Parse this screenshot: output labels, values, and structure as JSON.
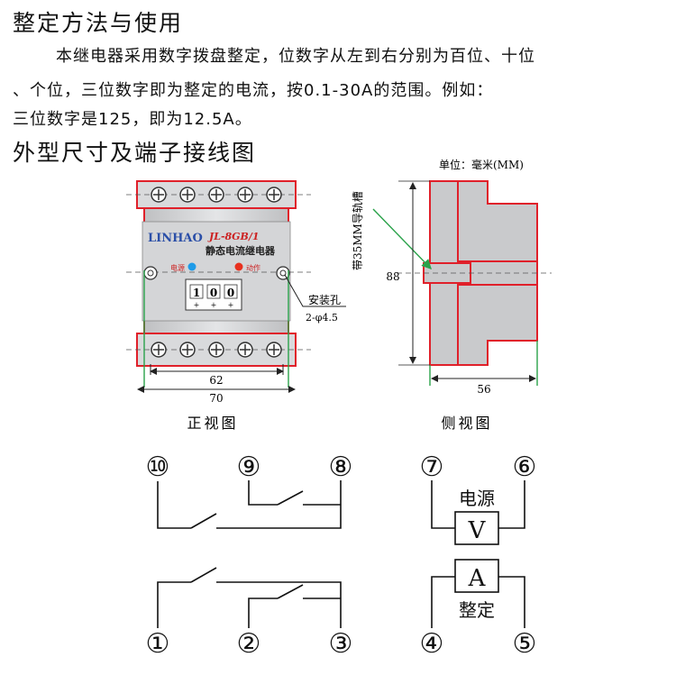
{
  "section1": {
    "title": "整定方法与使用",
    "line1": "本继电器采用数字拨盘整定，位数字从左到右分别为百位、十位",
    "line2": "、个位，三位数字即为整定的电流，按0.1-30A的范围。例如：",
    "line3": "三位数字是125，即为12.5A。"
  },
  "section2": {
    "title": "外型尺寸及端子接线图"
  },
  "front_view": {
    "brand": "LINHAO",
    "model": "JL-8GB/1",
    "product_name": "静态电流继电器",
    "power_label": "电源",
    "action_label": "动作",
    "dials": [
      "1",
      "0",
      "0"
    ],
    "dial_signs": [
      "+",
      "+",
      "+"
    ],
    "hole_label": "安装孔",
    "hole_spec": "2-φ4.5",
    "dim_inner": "62",
    "dim_outer": "70",
    "caption": "正视图"
  },
  "side_view": {
    "unit": "单位：毫米(MM)",
    "rail_label": "带35MM导轨槽",
    "dim_height": "88",
    "dim_depth": "56",
    "caption": "侧视图"
  },
  "wiring": {
    "t10": "⑩",
    "t9": "⑨",
    "t8": "⑧",
    "t7": "⑦",
    "t6": "⑥",
    "t1": "①",
    "t2": "②",
    "t3": "③",
    "t4": "④",
    "t5": "⑤",
    "power_label": "电源",
    "voltmeter": "V",
    "ammeter": "A",
    "setting_label": "整定"
  },
  "colors": {
    "red": "#e0202a",
    "green": "#2aa24a",
    "dark": "#1a1a1a",
    "gray": "#c9cacc"
  }
}
